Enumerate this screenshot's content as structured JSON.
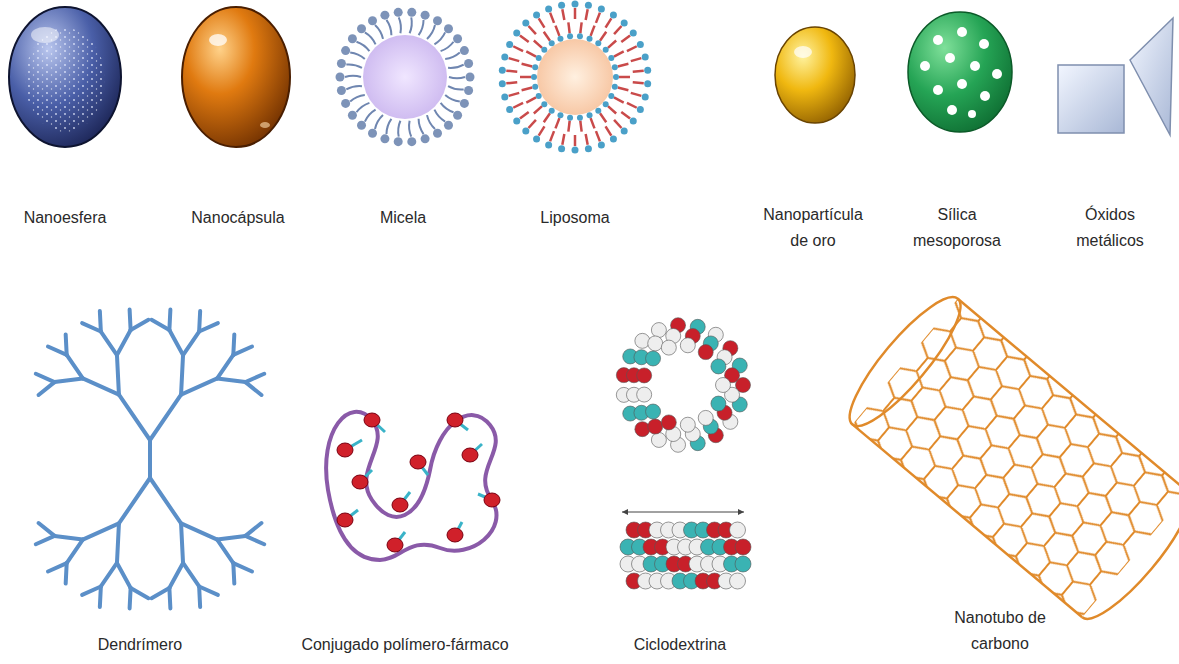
{
  "diagram": {
    "labels": [
      "Nanoesfera",
      "Nanocápsula",
      "Micela",
      "Liposoma",
      "Nanopartícula de oro",
      "Sílica mesoporosa",
      "Óxidos metálicos",
      "Dendrímero",
      "Conjugado polímero-fármaco",
      "Ciclodextrina",
      "Nanotubo de carbono"
    ]
  }
}
